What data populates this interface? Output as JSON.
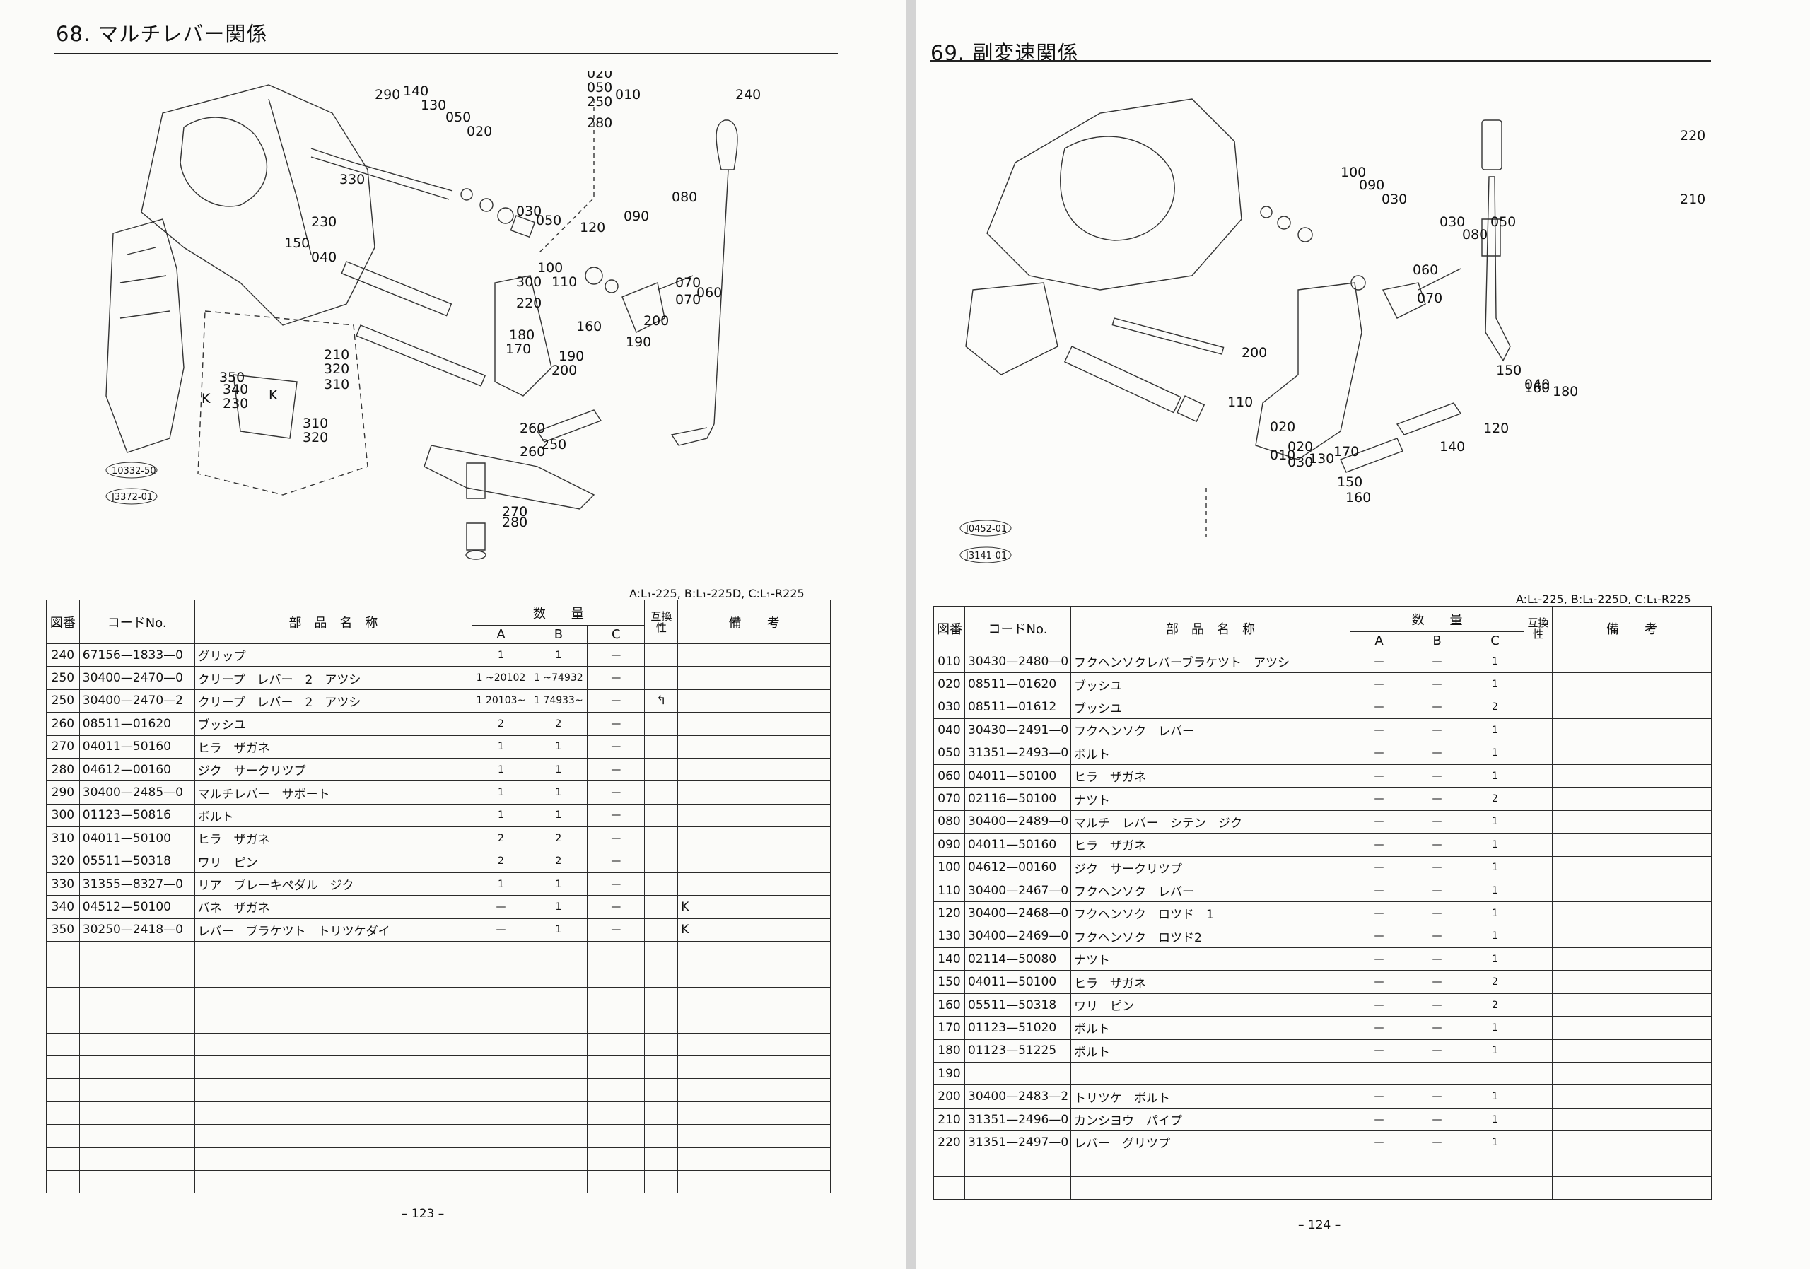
{
  "left": {
    "title": "68. マルチレバー関係",
    "models": "A:L₁-225, B:L₁-225D, C:L₁-R225",
    "page_number": "– 123 –",
    "diagram": {
      "callouts": [
        "020",
        "050",
        "250",
        "010",
        "280",
        "290",
        "140",
        "130",
        "050",
        "020",
        "240",
        "030",
        "050",
        "120",
        "090",
        "080",
        "330",
        "230",
        "150",
        "110",
        "100",
        "040",
        "300",
        "220",
        "160",
        "180",
        "200",
        "070",
        "070",
        "060",
        "190",
        "170",
        "210",
        "320",
        "310",
        "350",
        "340",
        "230",
        "200",
        "190",
        "260",
        "250",
        "260",
        "270",
        "280",
        "310",
        "320",
        "K",
        "K"
      ],
      "ref_marks": [
        "10332-50",
        "J3372-01"
      ]
    },
    "table": {
      "headers": {
        "fig_no": "図番",
        "code": "コードNo.",
        "name": "部　品　名　称",
        "qty": "数　　量",
        "a": "A",
        "b": "B",
        "c": "C",
        "compat": "互換性",
        "notes": "備　　考"
      },
      "rows": [
        {
          "no": "240",
          "code": "67156—1833—0",
          "name": "グリップ",
          "a": "1",
          "b": "1",
          "c": "—",
          "compat": "",
          "note": ""
        },
        {
          "no": "250",
          "code": "30400—2470—0",
          "name": "クリープ　レバー　2　アツシ",
          "a": "1 ~20102",
          "b": "1 ~74932",
          "c": "—",
          "compat": "",
          "note": ""
        },
        {
          "no": "250",
          "code": "30400—2470—2",
          "name": "クリープ　レバー　2　アツシ",
          "a": "1 20103~",
          "b": "1 74933~",
          "c": "—",
          "compat": "↰",
          "note": ""
        },
        {
          "no": "260",
          "code": "08511—01620",
          "name": "ブッシユ",
          "a": "2",
          "b": "2",
          "c": "—",
          "compat": "",
          "note": ""
        },
        {
          "no": "270",
          "code": "04011—50160",
          "name": "ヒラ　ザガネ",
          "a": "1",
          "b": "1",
          "c": "—",
          "compat": "",
          "note": ""
        },
        {
          "no": "280",
          "code": "04612—00160",
          "name": "ジク　サークリツプ",
          "a": "1",
          "b": "1",
          "c": "—",
          "compat": "",
          "note": ""
        },
        {
          "no": "290",
          "code": "30400—2485—0",
          "name": "マルチレバー　サポート",
          "a": "1",
          "b": "1",
          "c": "—",
          "compat": "",
          "note": ""
        },
        {
          "no": "300",
          "code": "01123—50816",
          "name": "ボルト",
          "a": "1",
          "b": "1",
          "c": "—",
          "compat": "",
          "note": ""
        },
        {
          "no": "310",
          "code": "04011—50100",
          "name": "ヒラ　ザガネ",
          "a": "2",
          "b": "2",
          "c": "—",
          "compat": "",
          "note": ""
        },
        {
          "no": "320",
          "code": "05511—50318",
          "name": "ワリ　ピン",
          "a": "2",
          "b": "2",
          "c": "—",
          "compat": "",
          "note": ""
        },
        {
          "no": "330",
          "code": "31355—8327—0",
          "name": "リア　ブレーキペダル　ジク",
          "a": "1",
          "b": "1",
          "c": "—",
          "compat": "",
          "note": ""
        },
        {
          "no": "340",
          "code": "04512—50100",
          "name": "バネ　ザガネ",
          "a": "—",
          "b": "1",
          "c": "—",
          "compat": "",
          "note": "K"
        },
        {
          "no": "350",
          "code": "30250—2418—0",
          "name": "レバー　ブラケツト　トリツケダイ",
          "a": "—",
          "b": "1",
          "c": "—",
          "compat": "",
          "note": "K"
        },
        {
          "no": "",
          "code": "",
          "name": "",
          "a": "",
          "b": "",
          "c": "",
          "compat": "",
          "note": ""
        },
        {
          "no": "",
          "code": "",
          "name": "",
          "a": "",
          "b": "",
          "c": "",
          "compat": "",
          "note": ""
        },
        {
          "no": "",
          "code": "",
          "name": "",
          "a": "",
          "b": "",
          "c": "",
          "compat": "",
          "note": ""
        },
        {
          "no": "",
          "code": "",
          "name": "",
          "a": "",
          "b": "",
          "c": "",
          "compat": "",
          "note": ""
        },
        {
          "no": "",
          "code": "",
          "name": "",
          "a": "",
          "b": "",
          "c": "",
          "compat": "",
          "note": ""
        },
        {
          "no": "",
          "code": "",
          "name": "",
          "a": "",
          "b": "",
          "c": "",
          "compat": "",
          "note": ""
        },
        {
          "no": "",
          "code": "",
          "name": "",
          "a": "",
          "b": "",
          "c": "",
          "compat": "",
          "note": ""
        },
        {
          "no": "",
          "code": "",
          "name": "",
          "a": "",
          "b": "",
          "c": "",
          "compat": "",
          "note": ""
        },
        {
          "no": "",
          "code": "",
          "name": "",
          "a": "",
          "b": "",
          "c": "",
          "compat": "",
          "note": ""
        },
        {
          "no": "",
          "code": "",
          "name": "",
          "a": "",
          "b": "",
          "c": "",
          "compat": "",
          "note": ""
        },
        {
          "no": "",
          "code": "",
          "name": "",
          "a": "",
          "b": "",
          "c": "",
          "compat": "",
          "note": ""
        }
      ]
    }
  },
  "right": {
    "title": "69. 副変速関係",
    "models": "A:L₁-225, B:L₁-225D, C:L₁-R225",
    "page_number": "– 124 –",
    "diagram": {
      "callouts": [
        "220",
        "210",
        "100",
        "090",
        "030",
        "030",
        "080",
        "050",
        "060",
        "070",
        "200",
        "110",
        "020",
        "040",
        "150",
        "160",
        "180",
        "120",
        "140",
        "170",
        "130",
        "150",
        "160",
        "010",
        "020",
        "030"
      ],
      "ref_marks": [
        "J0452-01",
        "J3141-01"
      ]
    },
    "table": {
      "headers": {
        "fig_no": "図番",
        "code": "コードNo.",
        "name": "部　品　名　称",
        "qty": "数　　量",
        "a": "A",
        "b": "B",
        "c": "C",
        "compat": "互換性",
        "notes": "備　　考"
      },
      "rows": [
        {
          "no": "010",
          "code": "30430—2480—0",
          "name": "フクヘンソクレバーブラケツト　アツシ",
          "a": "—",
          "b": "—",
          "c": "1",
          "compat": "",
          "note": ""
        },
        {
          "no": "020",
          "code": "08511—01620",
          "name": "ブッシユ",
          "a": "—",
          "b": "—",
          "c": "1",
          "compat": "",
          "note": ""
        },
        {
          "no": "030",
          "code": "08511—01612",
          "name": "ブッシユ",
          "a": "—",
          "b": "—",
          "c": "2",
          "compat": "",
          "note": ""
        },
        {
          "no": "040",
          "code": "30430—2491—0",
          "name": "フクヘンソク　レバー",
          "a": "—",
          "b": "—",
          "c": "1",
          "compat": "",
          "note": ""
        },
        {
          "no": "050",
          "code": "31351—2493—0",
          "name": "ボルト",
          "a": "—",
          "b": "—",
          "c": "1",
          "compat": "",
          "note": ""
        },
        {
          "no": "060",
          "code": "04011—50100",
          "name": "ヒラ　ザガネ",
          "a": "—",
          "b": "—",
          "c": "1",
          "compat": "",
          "note": ""
        },
        {
          "no": "070",
          "code": "02116—50100",
          "name": "ナツト",
          "a": "—",
          "b": "—",
          "c": "2",
          "compat": "",
          "note": ""
        },
        {
          "no": "080",
          "code": "30400—2489—0",
          "name": "マルチ　レバー　シテン　ジク",
          "a": "—",
          "b": "—",
          "c": "1",
          "compat": "",
          "note": ""
        },
        {
          "no": "090",
          "code": "04011—50160",
          "name": "ヒラ　ザガネ",
          "a": "—",
          "b": "—",
          "c": "1",
          "compat": "",
          "note": ""
        },
        {
          "no": "100",
          "code": "04612—00160",
          "name": "ジク　サークリツプ",
          "a": "—",
          "b": "—",
          "c": "1",
          "compat": "",
          "note": ""
        },
        {
          "no": "110",
          "code": "30400—2467—0",
          "name": "フクヘンソク　レバー",
          "a": "—",
          "b": "—",
          "c": "1",
          "compat": "",
          "note": ""
        },
        {
          "no": "120",
          "code": "30400—2468—0",
          "name": "フクヘンソク　ロツド　1",
          "a": "—",
          "b": "—",
          "c": "1",
          "compat": "",
          "note": ""
        },
        {
          "no": "130",
          "code": "30400—2469—0",
          "name": "フクヘンソク　ロツド2",
          "a": "—",
          "b": "—",
          "c": "1",
          "compat": "",
          "note": ""
        },
        {
          "no": "140",
          "code": "02114—50080",
          "name": "ナツト",
          "a": "—",
          "b": "—",
          "c": "1",
          "compat": "",
          "note": ""
        },
        {
          "no": "150",
          "code": "04011—50100",
          "name": "ヒラ　ザガネ",
          "a": "—",
          "b": "—",
          "c": "2",
          "compat": "",
          "note": ""
        },
        {
          "no": "160",
          "code": "05511—50318",
          "name": "ワリ　ピン",
          "a": "—",
          "b": "—",
          "c": "2",
          "compat": "",
          "note": ""
        },
        {
          "no": "170",
          "code": "01123—51020",
          "name": "ボルト",
          "a": "—",
          "b": "—",
          "c": "1",
          "compat": "",
          "note": ""
        },
        {
          "no": "180",
          "code": "01123—51225",
          "name": "ボルト",
          "a": "—",
          "b": "—",
          "c": "1",
          "compat": "",
          "note": ""
        },
        {
          "no": "190",
          "code": "",
          "name": "",
          "a": "",
          "b": "",
          "c": "",
          "compat": "",
          "note": ""
        },
        {
          "no": "200",
          "code": "30400—2483—2",
          "name": "トリツケ　ボルト",
          "a": "—",
          "b": "—",
          "c": "1",
          "compat": "",
          "note": ""
        },
        {
          "no": "210",
          "code": "31351—2496—0",
          "name": "カンシヨウ　パイプ",
          "a": "—",
          "b": "—",
          "c": "1",
          "compat": "",
          "note": ""
        },
        {
          "no": "220",
          "code": "31351—2497—0",
          "name": "レバー　グリツプ",
          "a": "—",
          "b": "—",
          "c": "1",
          "compat": "",
          "note": ""
        },
        {
          "no": "",
          "code": "",
          "name": "",
          "a": "",
          "b": "",
          "c": "",
          "compat": "",
          "note": ""
        },
        {
          "no": "",
          "code": "",
          "name": "",
          "a": "",
          "b": "",
          "c": "",
          "compat": "",
          "note": ""
        }
      ]
    }
  }
}
